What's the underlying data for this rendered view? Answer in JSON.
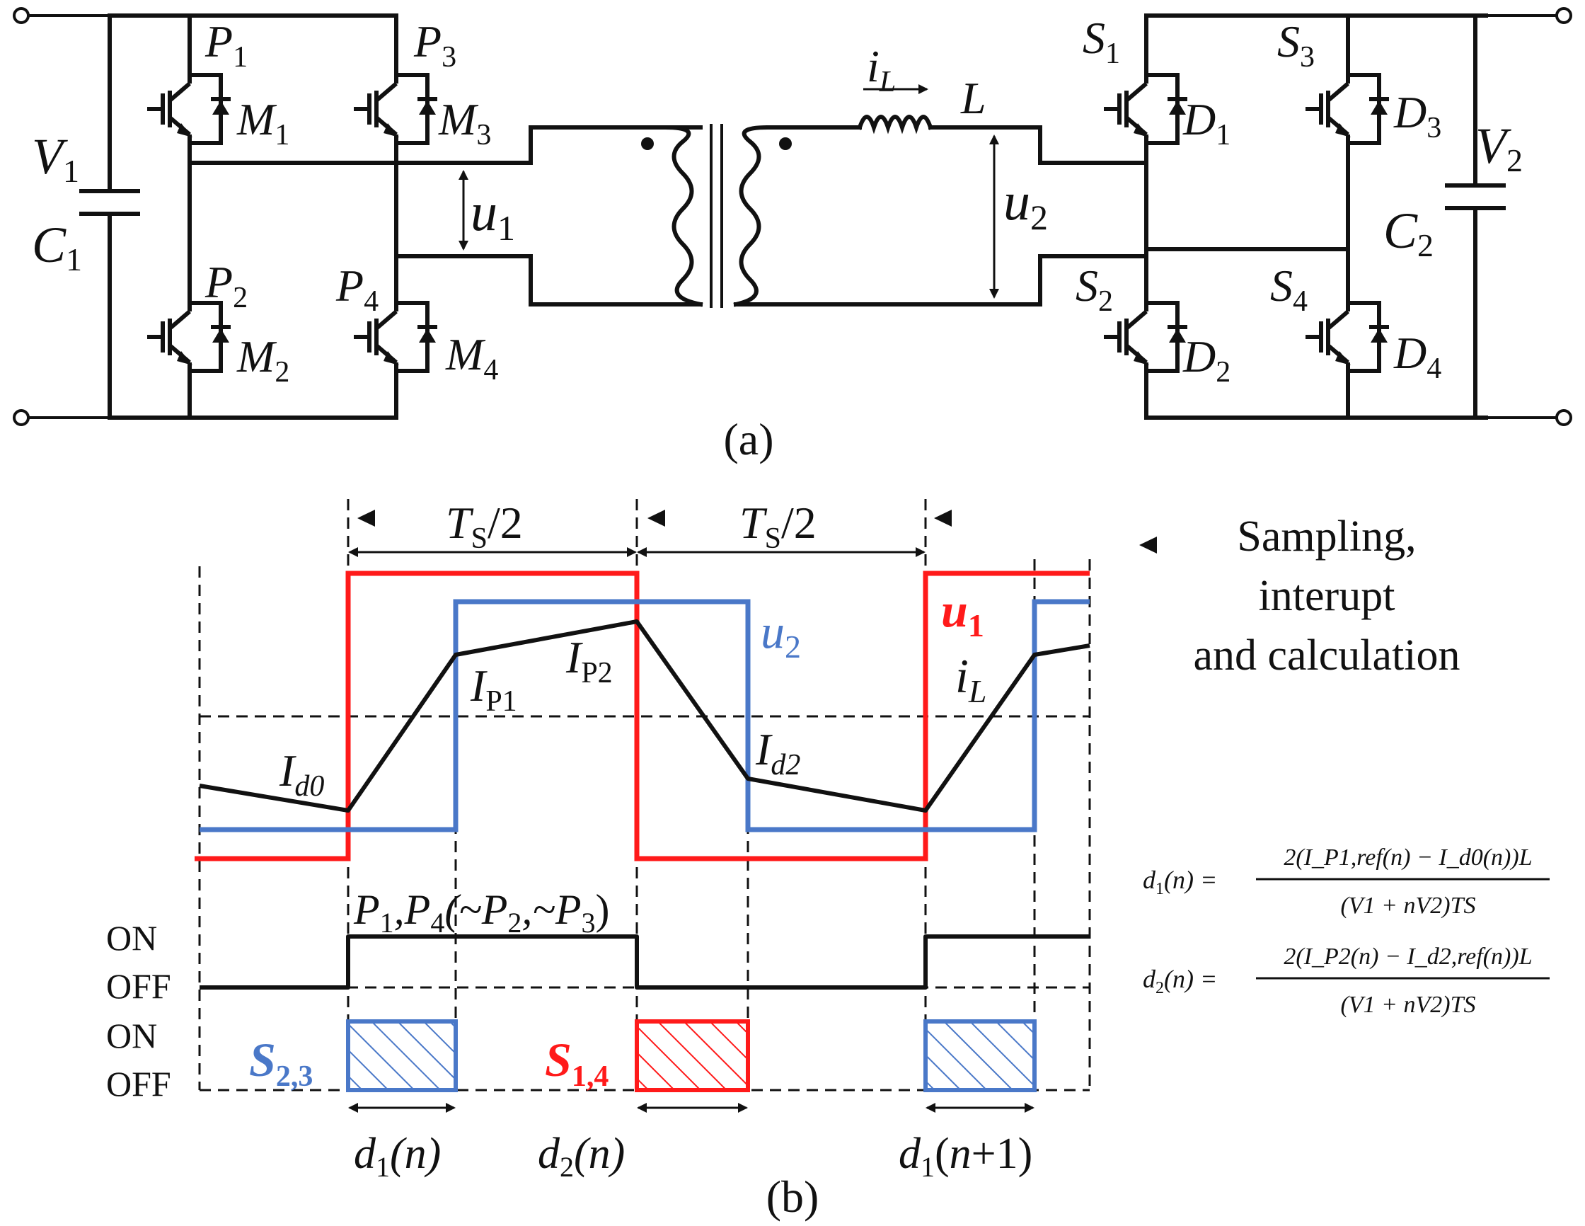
{
  "panel_a_caption": "(a)",
  "panel_b_caption": "(b)",
  "labels": {
    "V1": "V",
    "V1_sub": "1",
    "C1": "C",
    "C1_sub": "1",
    "V2": "V",
    "V2_sub": "2",
    "C2": "C",
    "C2_sub": "2",
    "P1": "P",
    "P1_sub": "1",
    "P2": "P",
    "P2_sub": "2",
    "P3": "P",
    "P3_sub": "3",
    "P4": "P",
    "P4_sub": "4",
    "M1": "M",
    "M1_sub": "1",
    "M2": "M",
    "M2_sub": "2",
    "M3": "M",
    "M3_sub": "3",
    "M4": "M",
    "M4_sub": "4",
    "S1": "S",
    "S1_sub": "1",
    "S2": "S",
    "S2_sub": "2",
    "S3": "S",
    "S3_sub": "3",
    "S4": "S",
    "S4_sub": "4",
    "D1": "D",
    "D1_sub": "1",
    "D2": "D",
    "D2_sub": "2",
    "D3": "D",
    "D3_sub": "3",
    "D4": "D",
    "D4_sub": "4",
    "u1": "u",
    "u1_sub": "1",
    "u2": "u",
    "u2_sub": "2",
    "iL": "i",
    "iL_sub": "L",
    "L": "L"
  },
  "timing": {
    "ts_half_1": "T",
    "ts_half_1_sub": "S",
    "ts_half_1_suffix": "/2",
    "ts_half_2": "T",
    "ts_half_2_sub": "S",
    "ts_half_2_suffix": "/2",
    "legend_line1": "Sampling,",
    "legend_line2": "interupt",
    "legend_line3": "and calculation",
    "u1_label": "u",
    "u1_label_sub": "1",
    "u2_label": "u",
    "u2_label_sub": "2",
    "iL_label": "i",
    "iL_label_sub": "L",
    "Id0": "I",
    "Id0_sub": "d0",
    "IP1": "I",
    "IP1_sub": "P1",
    "IP2": "I",
    "IP2_sub": "P2",
    "Id2": "I",
    "Id2_sub": "d2",
    "gate_label": "P₁,P₄(~P₂,~P₃)",
    "gate_label_parts": [
      "P",
      "1",
      ",P",
      "4",
      "(~P",
      "2",
      ",~P",
      "3",
      ")"
    ],
    "on_1": "ON",
    "off_1": "OFF",
    "on_2": "ON",
    "off_2": "OFF",
    "s23": "S",
    "s23_sub": "2,3",
    "s14": "S",
    "s14_sub": "1,4",
    "d1n": "d",
    "d1n_sub": "1",
    "d1n_arg": "(n)",
    "d2n": "d",
    "d2n_sub": "2",
    "d2n_arg": "(n)",
    "d1n1": "d",
    "d1n1_sub": "1",
    "d1n1_arg_a": "(",
    "d1n1_arg_n": "n",
    "d1n1_arg_b": "+1)"
  },
  "equations": {
    "eq1_lhs": "d",
    "eq1_lhs_sub": "1",
    "eq1_lhs_arg": "(n) =",
    "eq1_num": "2(I_P1,ref(n) − I_d0(n))L",
    "eq1_den": "(V1 + nV2)TS",
    "eq2_lhs": "d",
    "eq2_lhs_sub": "2",
    "eq2_lhs_arg": "(n) =",
    "eq2_num": "2(I_P2(n) − I_d2,ref(n))L",
    "eq2_den": "(V1 + nV2)TS"
  },
  "colors": {
    "u1": "#ff1a1a",
    "u2": "#4a78c8",
    "iL": "#111111",
    "s14": "#ff1a1a",
    "s23": "#4a78c8"
  }
}
